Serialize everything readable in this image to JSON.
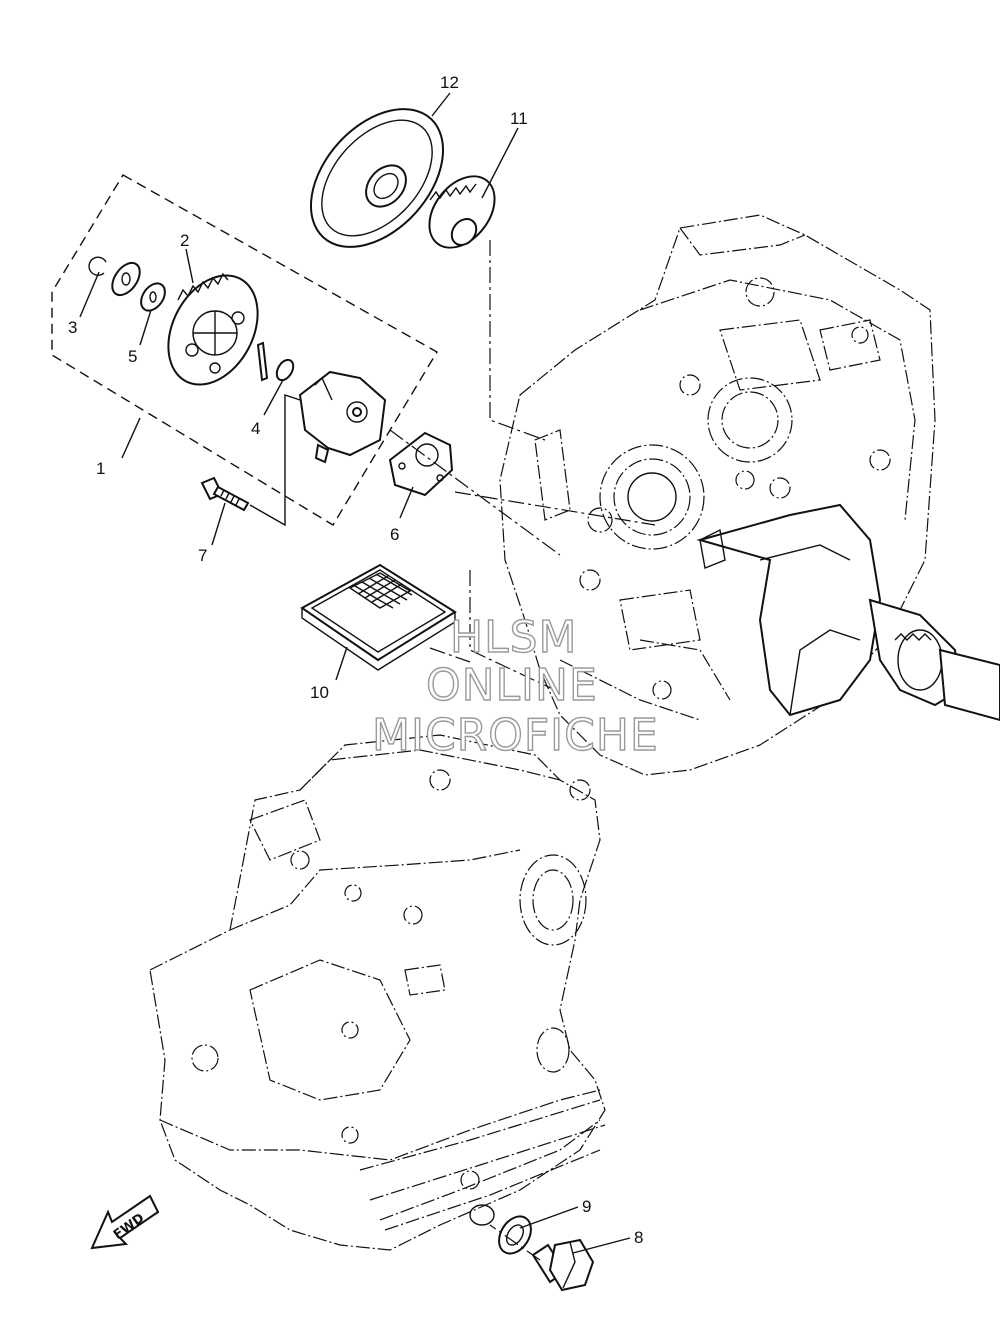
{
  "callouts": [
    "1",
    "2",
    "3",
    "4",
    "5",
    "6",
    "7",
    "8",
    "9",
    "10",
    "11",
    "12"
  ],
  "watermark": {
    "line1": "HLSM",
    "line2": "ONLINE",
    "line3": "MICROFICHE"
  },
  "fwd_label": "FWD",
  "colors": {
    "line": "#111111",
    "background": "#ffffff",
    "watermark": "#9a9a9a"
  }
}
